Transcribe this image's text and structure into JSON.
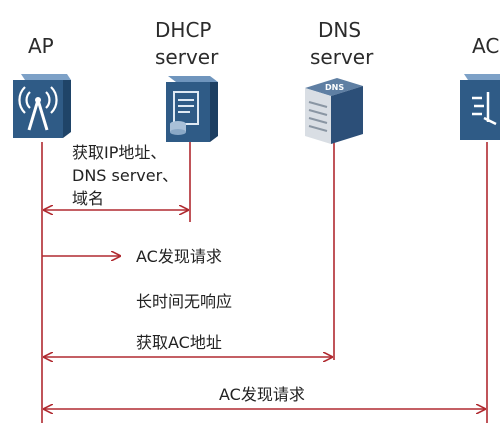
{
  "entities": {
    "ap": {
      "label": "AP"
    },
    "dhcp": {
      "label_line1": "DHCP",
      "label_line2": "server"
    },
    "dns": {
      "label_line1": "DNS",
      "label_line2": "server",
      "badge": "DNS"
    },
    "ac": {
      "label": "AC"
    }
  },
  "messages": {
    "get_ip_line1": "获取IP地址、",
    "get_ip_line2": "DNS server、",
    "get_ip_line3": "域名",
    "ac_discover_1": "AC发现请求",
    "no_response": "长时间无响应",
    "get_ac_addr": "获取AC地址",
    "ac_discover_2": "AC发现请求"
  },
  "colors": {
    "lifeline": "#b02a30",
    "icon_fill": "#2f5b86",
    "icon_light": "#6f95bd"
  }
}
